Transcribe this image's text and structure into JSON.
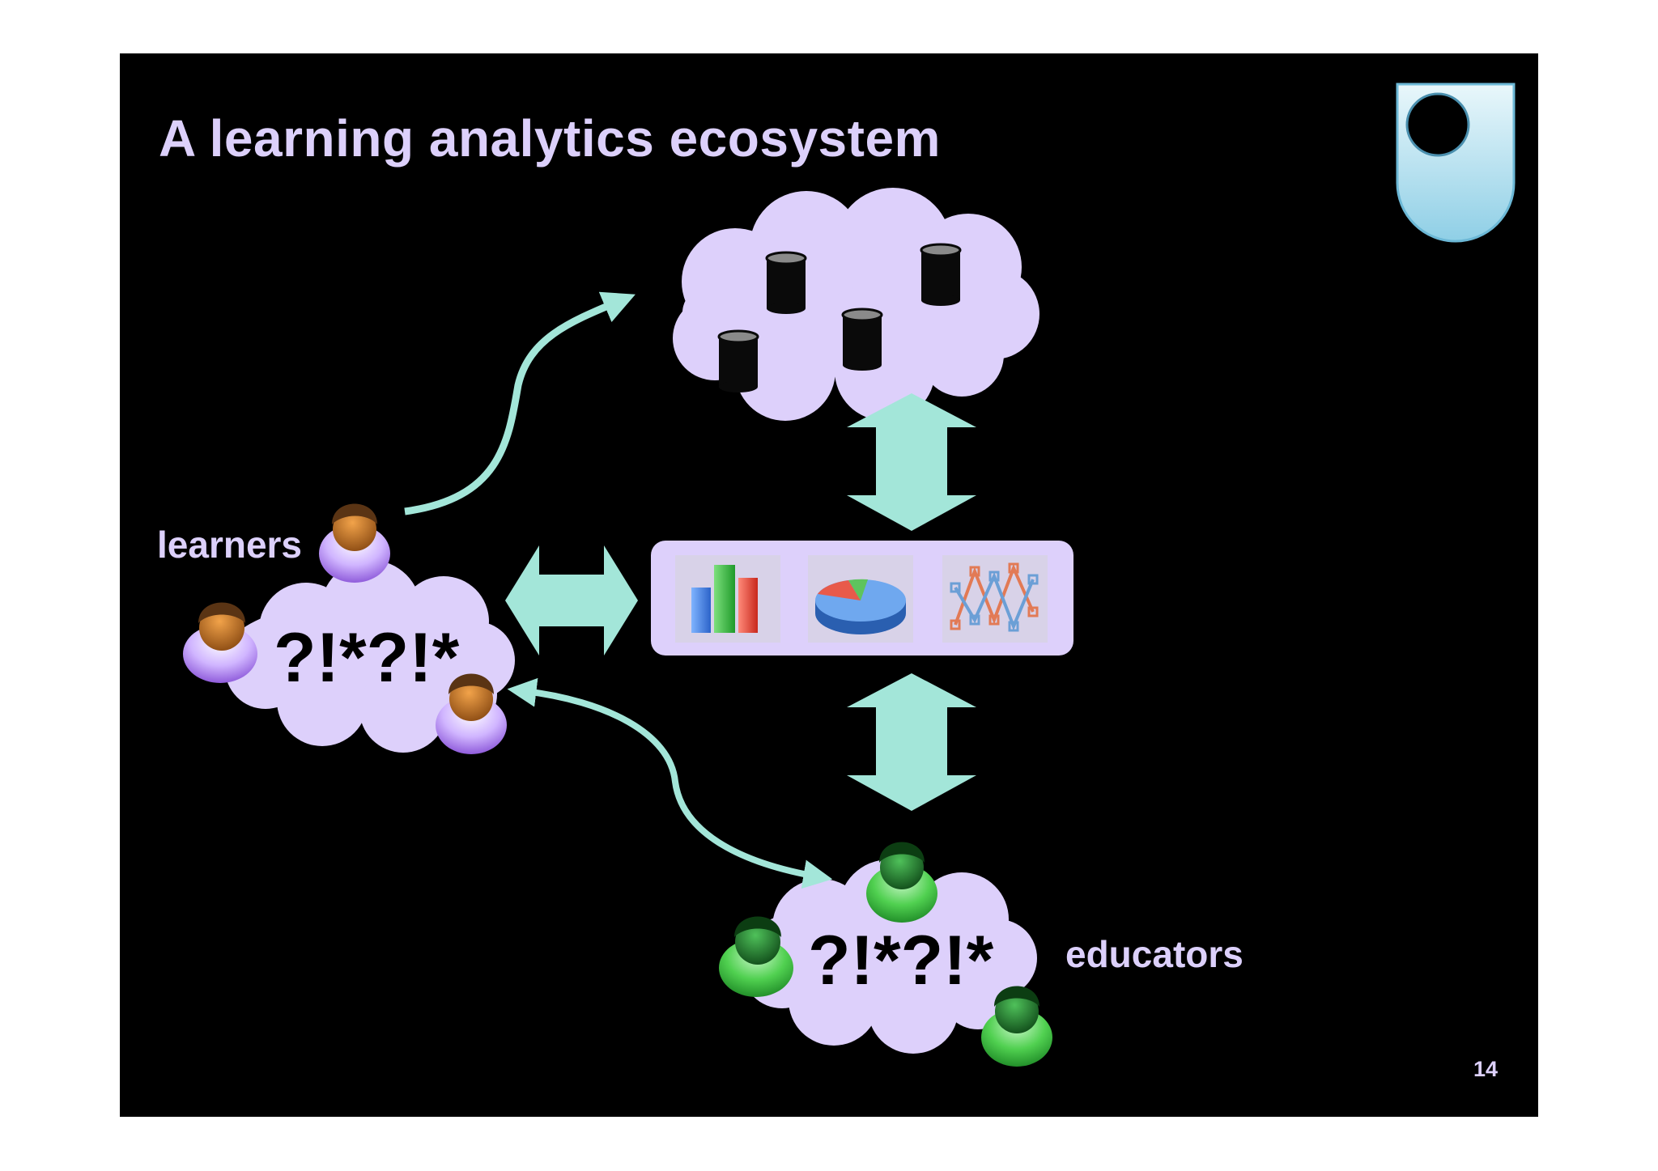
{
  "slide": {
    "title": "A learning analytics ecosystem",
    "page_number": "14"
  },
  "learners": {
    "label": "learners",
    "cloud_text": "?!*?!*"
  },
  "educators": {
    "label": "educators",
    "cloud_text": "?!*?!*"
  },
  "colors": {
    "slide_background": "#000000",
    "title_text": "#dcd0fb",
    "cloud_fill": "#ddd0fb",
    "arrow_teal": "#a3e6d9",
    "learner_figure": "#b27ae8",
    "educator_figure": "#35b84a",
    "logo_shield": "#bfe6f2"
  },
  "icons": {
    "data_stores": [
      "database-icon",
      "database-icon",
      "database-icon",
      "database-icon"
    ],
    "analytics_panel": [
      "bar-chart-icon",
      "pie-chart-icon",
      "line-chart-icon"
    ],
    "logo": "open-university-logo"
  }
}
